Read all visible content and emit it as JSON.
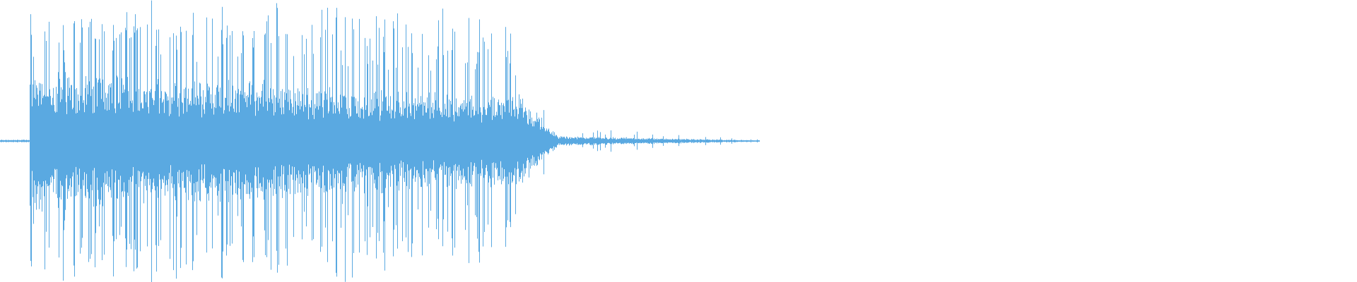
{
  "waveform": {
    "color": "#5aa9e1",
    "background": "#ffffff",
    "centerline": true,
    "envelope": {
      "pre_roll_noise": 0.01,
      "attack_peak": 1.0,
      "sustain_level": 0.45,
      "tail_level": 0.05,
      "transient_spike_level": 0.85
    }
  }
}
